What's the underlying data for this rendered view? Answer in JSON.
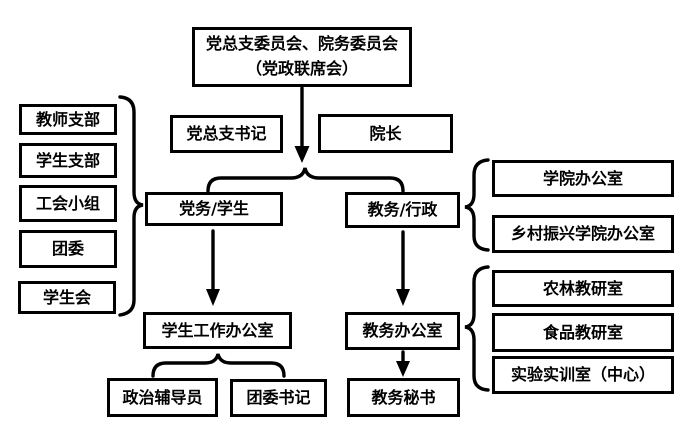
{
  "org": {
    "top_box": {
      "line1": "党总支委员会、院务委员会",
      "line2": "（党政联席会）"
    },
    "leaders": {
      "party_secretary": "党总支书记",
      "dean": "院长"
    },
    "branches": {
      "party_student": "党务/学生",
      "academic_admin": "教务/行政"
    },
    "offices": {
      "student_work": "学生工作办公室",
      "academic": "教务办公室"
    },
    "bottom_row": {
      "political_counselor": "政治辅导员",
      "league_secretary": "团委书记",
      "academic_secretary": "教务秘书"
    },
    "left_group": [
      "教师支部",
      "学生支部",
      "工会小组",
      "团委",
      "学生会"
    ],
    "right_admin_group": [
      "学院办公室",
      "乡村振兴学院办公室"
    ],
    "right_teaching_group": [
      "农林教研室",
      "食品教研室",
      "实验实训室（中心）"
    ],
    "colors": {
      "line": "#000000",
      "background": "#ffffff",
      "box_background": "#ffffff"
    }
  }
}
